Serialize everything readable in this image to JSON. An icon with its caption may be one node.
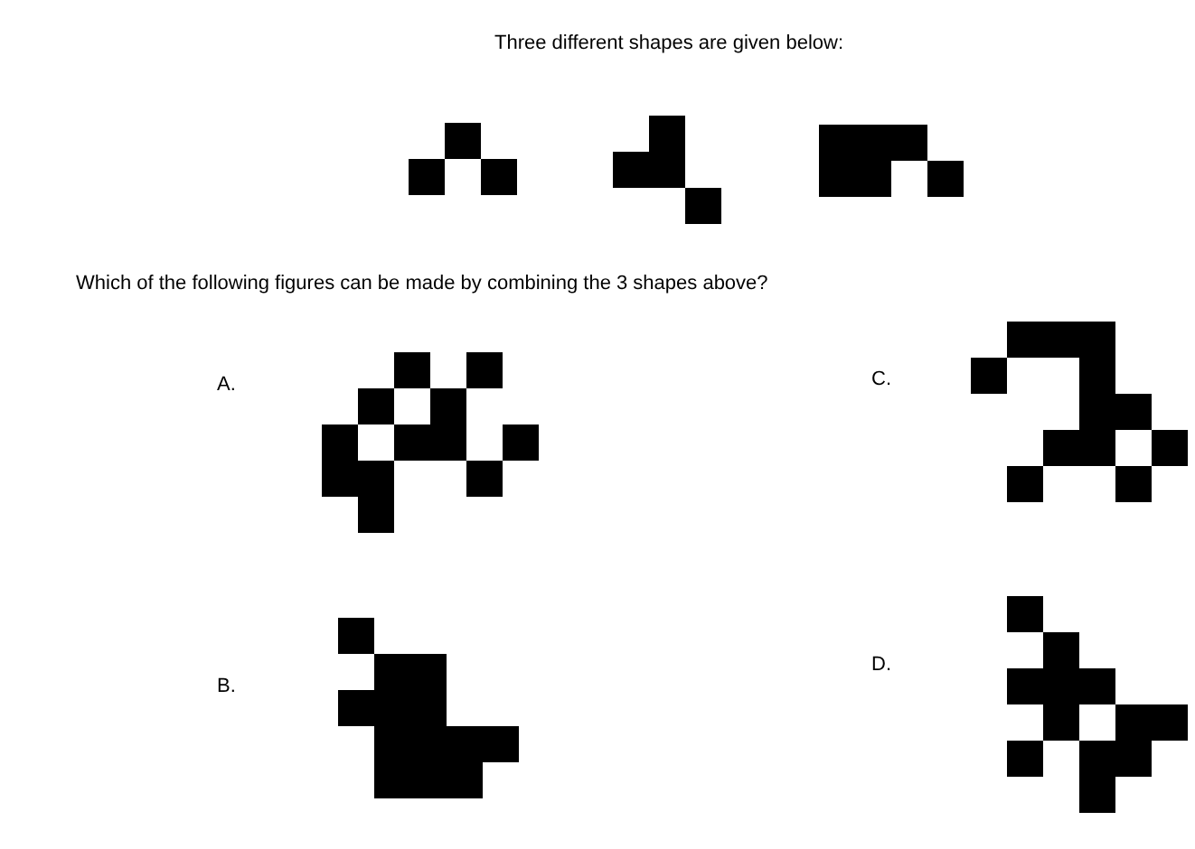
{
  "diagram": {
    "title": "Three different shapes are given below:",
    "labels": [
      "Which of the following figures can be made by combining the 3 shapes above?",
      "A.",
      "C.",
      "B.",
      "D."
    ]
  }
}
